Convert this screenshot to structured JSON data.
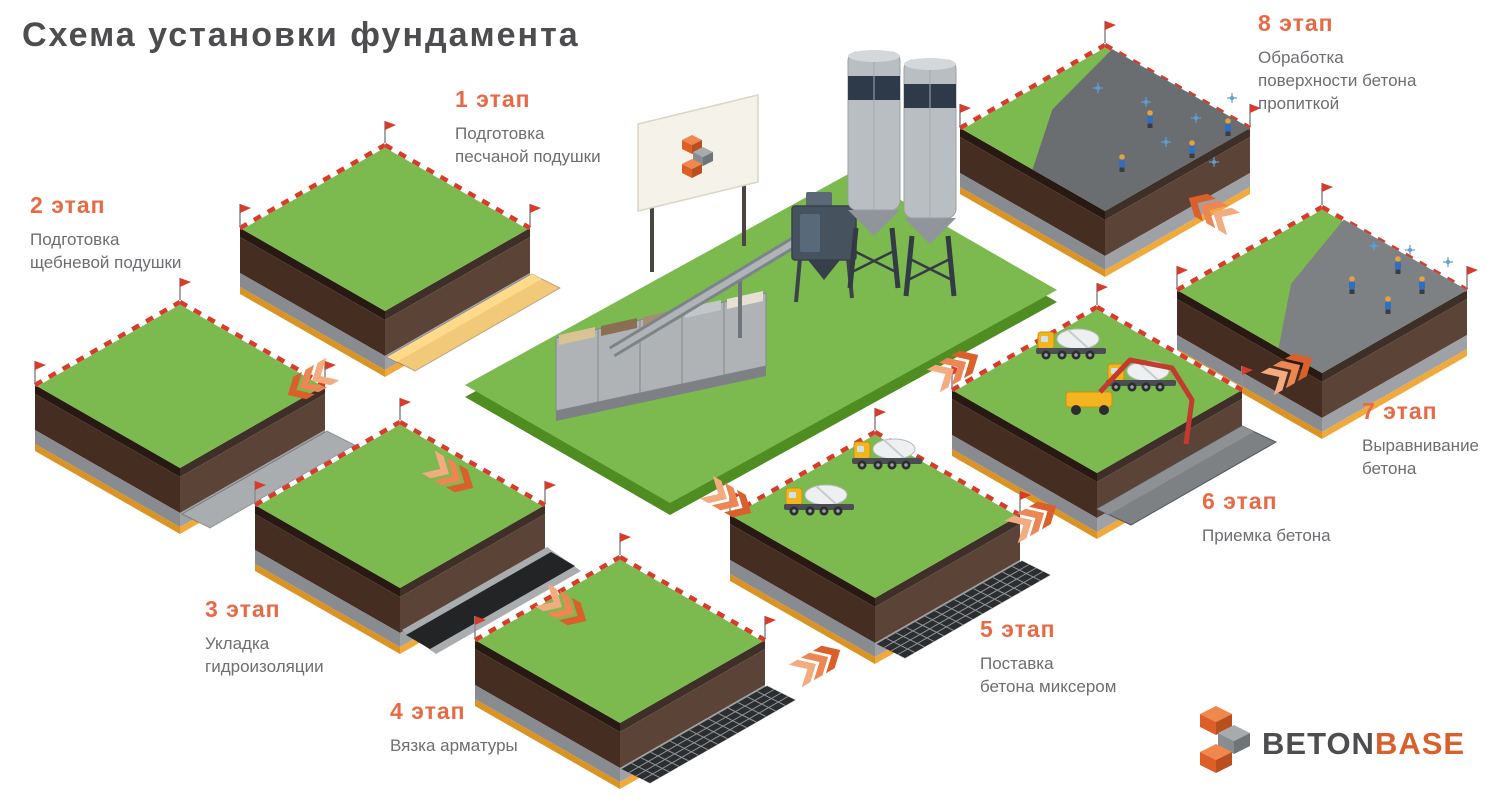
{
  "title": "Схема установки фундамента",
  "stages": [
    {
      "num": "1 этап",
      "desc": "Подготовка\nпесчаной подушки"
    },
    {
      "num": "2 этап",
      "desc": "Подготовка\nщебневой подушки"
    },
    {
      "num": "3 этап",
      "desc": "Укладка\nгидроизоляции"
    },
    {
      "num": "4 этап",
      "desc": "Вязка арматуры"
    },
    {
      "num": "5 этап",
      "desc": "Поставка\nбетона миксером"
    },
    {
      "num": "6 этап",
      "desc": "Приемка бетона"
    },
    {
      "num": "7 этап",
      "desc": "Выравнивание\nбетона"
    },
    {
      "num": "8 этап",
      "desc": "Обработка\nповерхности бетона\nпропиткой"
    }
  ],
  "logo": {
    "part1": "BETON",
    "part2": "BASE"
  },
  "colors": {
    "accent": "#E86A45",
    "accent_dark": "#D95F2B",
    "title_text": "#4D4D4F",
    "body_text": "#6D6E71",
    "grass": "#7CB94E",
    "grass_dark": "#5E9638",
    "soil_dark": "#3E2F28",
    "soil": "#5C4337",
    "gravel": "#9EA2A6",
    "sand": "#F2C879",
    "waterproofing": "#232426",
    "concrete": "#7E8184",
    "concrete_dark": "#6B6E71",
    "bottom_line": "#F0A93B",
    "silo": "#B9BEC2",
    "silo_band": "#2E3A4A",
    "truck_yellow": "#F2B520",
    "flag_red": "#D93B2B",
    "spray_blue": "#5C9FD4"
  }
}
